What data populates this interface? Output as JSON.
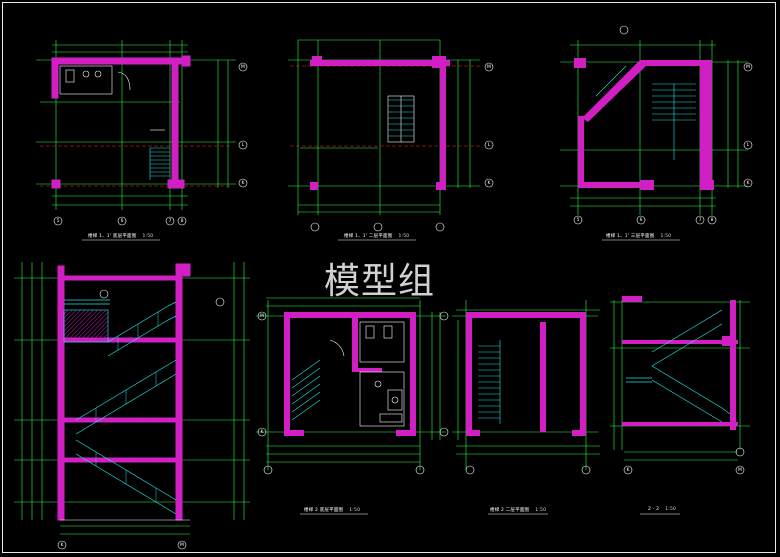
{
  "watermark": "模型组",
  "drawings": [
    {
      "id": "p1",
      "title": "楼梯 1、1' 底层平面图",
      "scale": "1:50"
    },
    {
      "id": "p2",
      "title": "楼梯 1、1' 二层平面图",
      "scale": "1:50"
    },
    {
      "id": "p3",
      "title": "楼梯 1、1' 三层平面图",
      "scale": "1:50"
    },
    {
      "id": "p4",
      "title": "楼梯 2 底层平面图",
      "scale": "1:50"
    },
    {
      "id": "p5",
      "title": "楼梯 2 二层平面图",
      "scale": "1:50"
    },
    {
      "id": "s2",
      "title": "2 - 2",
      "scale": "1:50"
    }
  ],
  "grid_labels": {
    "p1_bottom": [
      "5",
      "6",
      "7",
      "8"
    ],
    "p1_side": [
      "M",
      "L",
      "K"
    ],
    "p2_side": [
      "M",
      "L",
      "K"
    ],
    "p3_bottom": [
      "5",
      "6",
      "7",
      "8"
    ],
    "p3_side": [
      "M",
      "L",
      "K"
    ],
    "s1_bottom": [
      "K",
      "M"
    ],
    "p4_side": [
      "M",
      "K"
    ],
    "s2_bottom": [
      "K",
      "M"
    ]
  },
  "colors": {
    "background": "#000000",
    "wall": "#d21fc4",
    "dimension": "#2aff4a",
    "stair": "#1fe3e3",
    "text": "#ffffff",
    "axis": "#ff2a2a",
    "annotation": "#ffff3a"
  }
}
